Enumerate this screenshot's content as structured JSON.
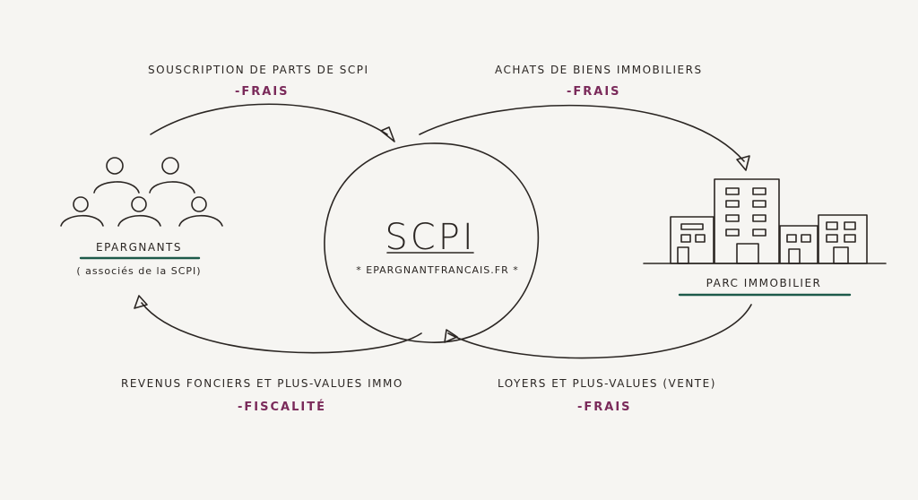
{
  "center": {
    "title": "SCPI",
    "website": "* EPARGNANTFRANCAIS.FR *"
  },
  "left_node": {
    "title": "EPARGNANTS",
    "subtitle": "( associés de la SCPI)"
  },
  "right_node": {
    "title": "PARC IMMOBILIER"
  },
  "flows": {
    "top_left": {
      "label": "SOUSCRIPTION DE PARTS DE SCPI",
      "note": "-FRAIS"
    },
    "top_right": {
      "label": "ACHATS DE BIENS IMMOBILIERS",
      "note": "-FRAIS"
    },
    "bottom_right": {
      "label": "LOYERS ET PLUS-VALUES (VENTE)",
      "note": "-FRAIS"
    },
    "bottom_left": {
      "label": "REVENUS FONCIERS ET PLUS-VALUES IMMO",
      "note": "-FISCALITÉ"
    }
  },
  "colors": {
    "ink": "#2b2623",
    "note": "#7a2a5a",
    "underline": "#1d5a4a"
  }
}
